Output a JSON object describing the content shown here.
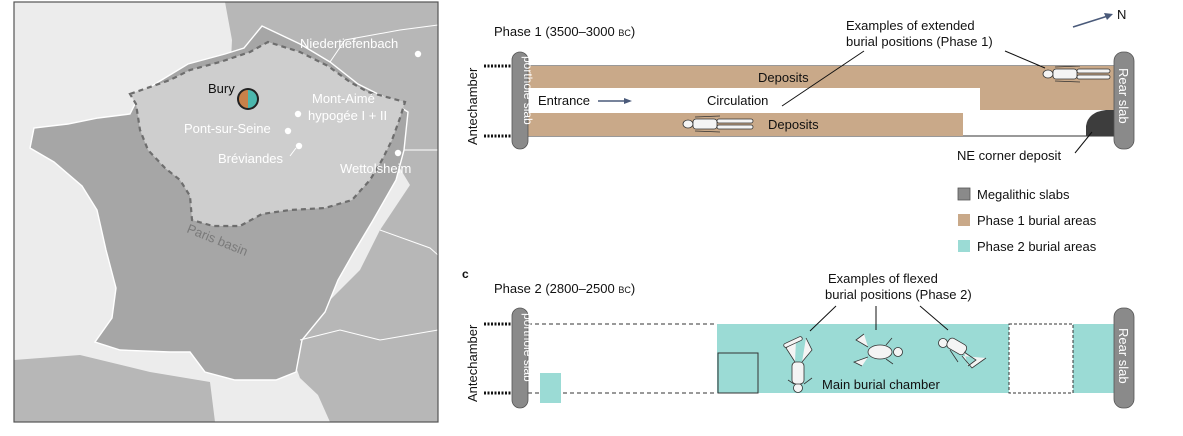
{
  "map": {
    "sites": {
      "niedertiefenbach": "Niedertiefenbach",
      "bury": "Bury",
      "mont_aime": "Mont-Aimé",
      "hypogee": "hypogée I + II",
      "pont_sur_seine": "Pont-sur-Seine",
      "breviandes": "Bréviandes",
      "wettolsheim": "Wettolsheim"
    },
    "basin_label": "Paris basin",
    "colors": {
      "land": "#b7b7b7",
      "france": "#a6a6a6",
      "basin": "#cfcfcf",
      "sea": "#ececec",
      "bury_orange": "#c8814a",
      "bury_teal": "#4bb7ad"
    }
  },
  "panel_b": {
    "title": "Phase 1 (3500–3000",
    "bc": "BC",
    "title_end": ")",
    "north": "N",
    "antechamber": "Antechamber",
    "porthole_slab": "porthole slab",
    "rear_slab": "Rear slab",
    "deposits_upper": "Deposits",
    "deposits_lower": "Deposits",
    "entrance": "Entrance",
    "circulation": "Circulation",
    "extended_line1": "Examples of extended",
    "extended_line2": "burial positions (Phase 1)",
    "ne_corner": "NE corner deposit"
  },
  "legend": {
    "items": [
      {
        "label": "Megalithic slabs",
        "color": "#8a8a8a"
      },
      {
        "label": "Phase 1 burial areas",
        "color": "#c9a989"
      },
      {
        "label": "Phase 2 burial areas",
        "color": "#9bdbd5"
      }
    ]
  },
  "panel_c": {
    "letter": "c",
    "title": "Phase 2 (2800–2500",
    "bc": "BC",
    "title_end": ")",
    "antechamber": "Antechamber",
    "porthole_slab": "porthole slab",
    "rear_slab": "Rear slab",
    "main_chamber": "Main burial chamber",
    "flexed_line1": "Examples of flexed",
    "flexed_line2": "burial positions (Phase 2)"
  },
  "colors": {
    "slab": "#8a8a8a",
    "phase1": "#c9a989",
    "phase2": "#9bdbd5",
    "ne_deposit": "#3d3d3d"
  }
}
